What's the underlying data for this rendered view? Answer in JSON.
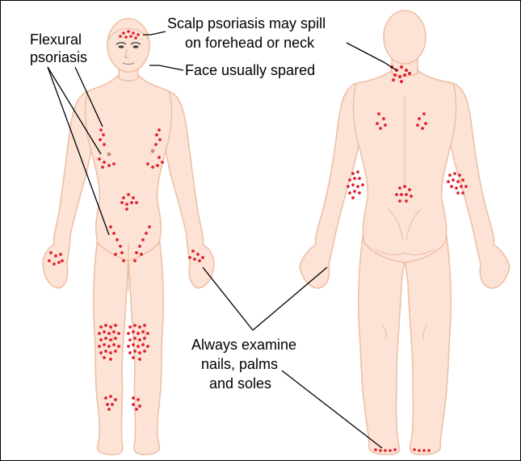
{
  "labels": {
    "flexural": [
      "Flexural",
      "psoriasis"
    ],
    "scalp": [
      "Scalp psoriasis may spill",
      "on forehead or neck"
    ],
    "face": "Face usually spared",
    "examine": [
      "Always examine",
      "nails, palms",
      "and soles"
    ]
  },
  "colors": {
    "skin": "#fde3d6",
    "skin_outline": "#eec0a6",
    "plaque_dot": "#e0202c",
    "leader_line": "#000000"
  }
}
